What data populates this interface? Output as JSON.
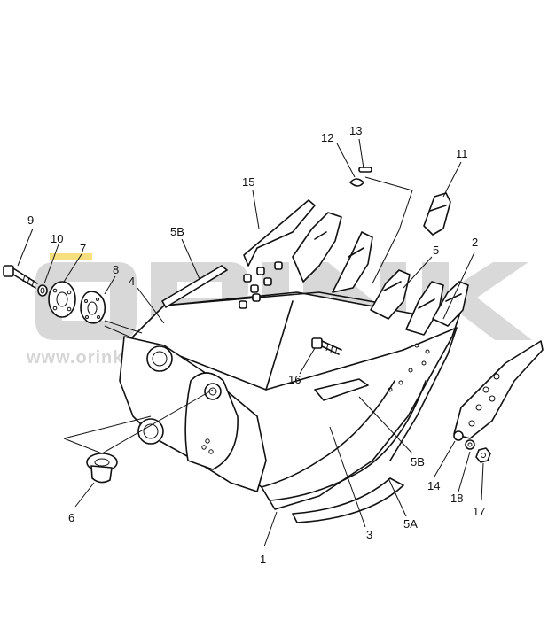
{
  "watermark": {
    "brand": "ORINK",
    "url": "www.orinkismakinaltan.com.tr",
    "brand_color": "#c8c8c8",
    "accent_color": "#f0c419"
  },
  "callouts": [
    {
      "id": "c1",
      "label": "1"
    },
    {
      "id": "c2",
      "label": "2"
    },
    {
      "id": "c3",
      "label": "3"
    },
    {
      "id": "c4",
      "label": "4"
    },
    {
      "id": "c5",
      "label": "5"
    },
    {
      "id": "c5a",
      "label": "5A"
    },
    {
      "id": "c5b-top",
      "label": "5B"
    },
    {
      "id": "c5b-bottom",
      "label": "5B"
    },
    {
      "id": "c6",
      "label": "6"
    },
    {
      "id": "c7",
      "label": "7"
    },
    {
      "id": "c8",
      "label": "8"
    },
    {
      "id": "c9",
      "label": "9"
    },
    {
      "id": "c10",
      "label": "10"
    },
    {
      "id": "c11",
      "label": "11"
    },
    {
      "id": "c12",
      "label": "12"
    },
    {
      "id": "c13",
      "label": "13"
    },
    {
      "id": "c14",
      "label": "14"
    },
    {
      "id": "c15",
      "label": "15"
    },
    {
      "id": "c16",
      "label": "16"
    },
    {
      "id": "c17",
      "label": "17"
    },
    {
      "id": "c18",
      "label": "18"
    }
  ]
}
